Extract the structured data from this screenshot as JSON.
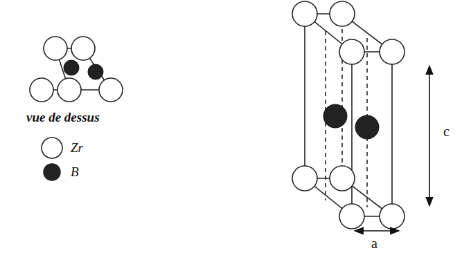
{
  "diagram": {
    "labels": [
      "vue de dessus",
      "c",
      "a"
    ],
    "legend": [
      {
        "text": "Zr",
        "color": "#ffffff"
      },
      {
        "text": "B",
        "color": "#222222"
      }
    ]
  }
}
